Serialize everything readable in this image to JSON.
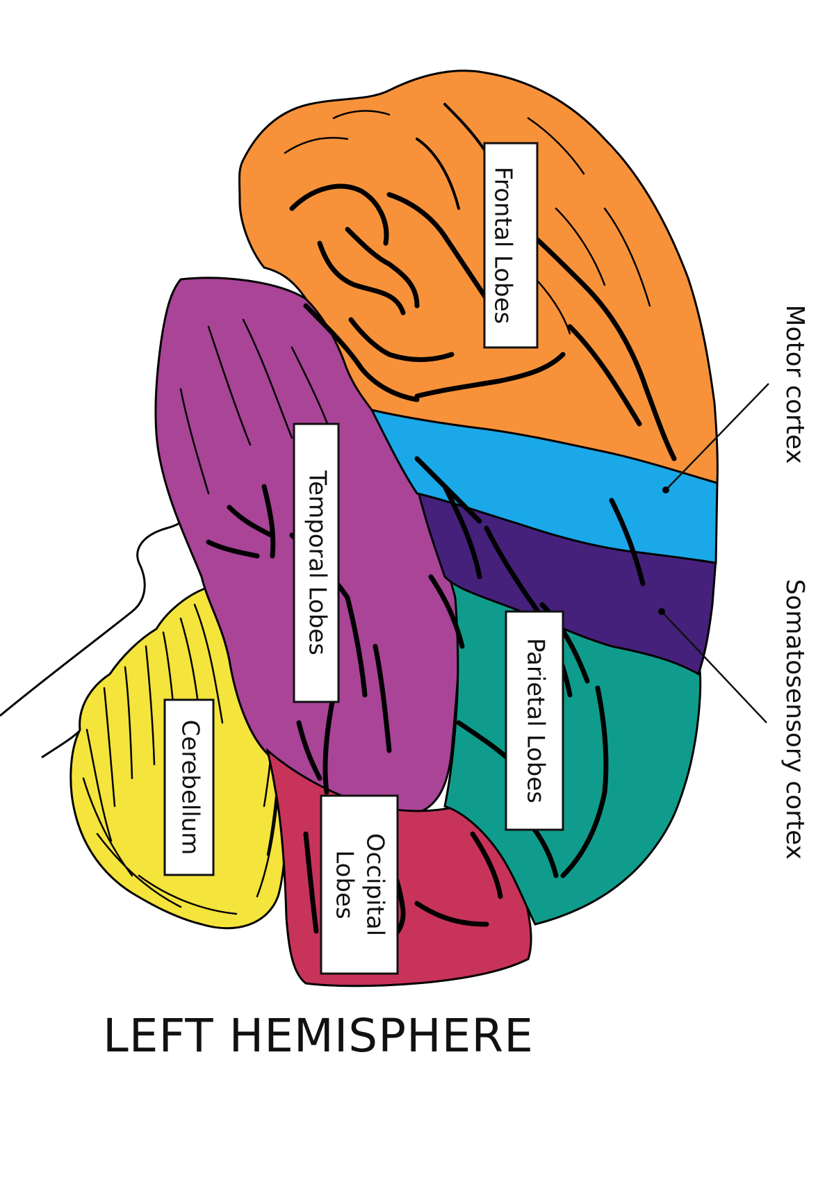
{
  "title": "LEFT HEMISPHERE",
  "regions": {
    "frontal": {
      "label": "Frontal Lobes",
      "color": "#f7923a"
    },
    "temporal": {
      "label": "Temporal Lobes",
      "color": "#a94497"
    },
    "parietal": {
      "label": "Parietal Lobes",
      "color": "#109c8c"
    },
    "occipital": {
      "label_line1": "Occipital",
      "label_line2": "Lobes",
      "color": "#c8335a"
    },
    "cerebellum": {
      "label": "Cerebellum",
      "color": "#f4e43c"
    },
    "motor": {
      "label": "Motor cortex",
      "color": "#1ba8e8"
    },
    "somatosensory": {
      "label": "Somatosensory cortex",
      "color": "#45217c"
    }
  }
}
